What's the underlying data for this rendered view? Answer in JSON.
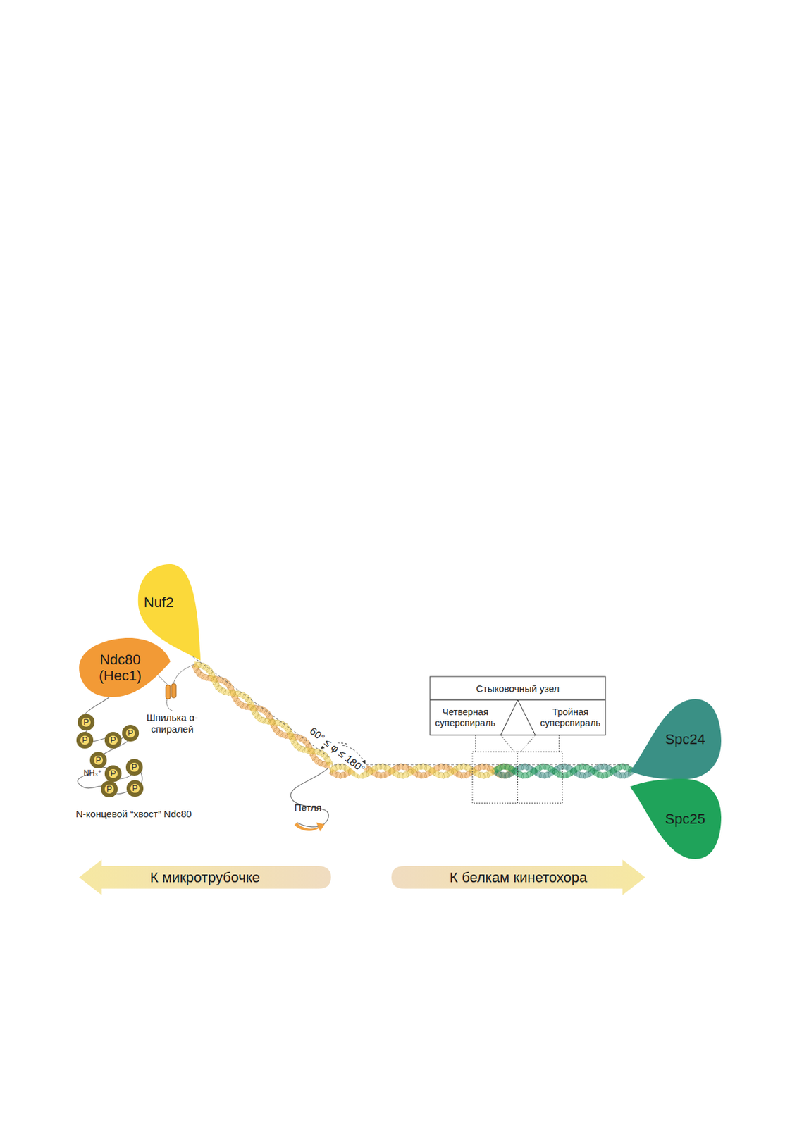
{
  "diagram": {
    "nodes": [
      {
        "text": [
          "Nuf2"
        ]
      },
      {
        "text": [
          "Ndc80 (Hec1)"
        ]
      },
      {
        "text": [
          "P"
        ]
      },
      {
        "text": [
          "P"
        ]
      },
      {
        "text": [
          "P"
        ]
      },
      {
        "text": [
          "P"
        ]
      },
      {
        "text": [
          "P"
        ]
      },
      {
        "text": [
          "P"
        ]
      },
      {
        "text": [
          "P"
        ]
      },
      {
        "text": [
          "P"
        ]
      },
      {
        "text": [
          "P"
        ]
      },
      {
        "text": [
          "Стыковочный узел"
        ]
      },
      {
        "text": [
          "Четверная суперспираль"
        ],
        "in": 11
      },
      {
        "text": [
          "Тройная суперспираль"
        ],
        "in": 11
      },
      {
        "text": [
          "Spc24"
        ]
      },
      {
        "text": [
          "Spc25"
        ]
      },
      {
        "text": [
          "К микротрубочке"
        ]
      },
      {
        "text": [
          "К белкам кинетохора"
        ]
      }
    ],
    "labels": [
      "Шпилька α-спиралей",
      "NH₃⁺",
      "N-концевой “хвост” Ndc80",
      "60° ≤ φ ≤ 180°",
      "Петля"
    ]
  }
}
